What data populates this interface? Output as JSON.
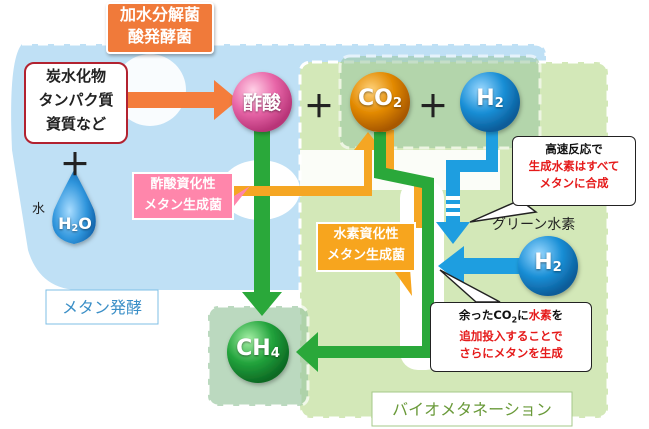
{
  "zones": {
    "methane_fermentation": "メタン発酵",
    "bio_methanation": "バイオメタネーション"
  },
  "substrate": {
    "line1": "炭水化物",
    "line2": "タンパク質",
    "line3": "資質など"
  },
  "enzyme": {
    "line1": "加水分解菌",
    "line2": "酸発酵菌"
  },
  "water_label": "水",
  "molecules": {
    "acetic_acid": "酢酸",
    "co2": "CO",
    "co2_sub": "2",
    "h2": "H",
    "h2_sub": "2",
    "h2o": "H",
    "h2o_sub": "2",
    "h2o_tail": "O",
    "ch4": "CH",
    "ch4_sub": "4"
  },
  "plus": "＋",
  "pink_label": {
    "line1": "酢酸資化性",
    "line2": "メタン生成菌"
  },
  "yellow_label": {
    "line1": "水素資化性",
    "line2": "メタン生成菌"
  },
  "green_hydrogen": "グリーン水素",
  "callout_top": {
    "line1": "高速反応で",
    "line2": "生成水素はすべて",
    "line3": "メタンに合成"
  },
  "callout_bottom": {
    "line1a": "余ったCO",
    "line1sub": "2",
    "line1b": "に",
    "line1red": "水素",
    "line1c": "を",
    "line2": "追加投入することで",
    "line3": "さらにメタンを生成"
  },
  "colors": {
    "blue_zone": "#bfe0f5",
    "green_zone": "#d3e8b8",
    "orange_arrow": "#f47d3c",
    "green_arrow": "#2aa83a",
    "yellow_arrow": "#f5a623",
    "blue_arrow": "#1e9ee0",
    "pink_ball": "#e86aa6",
    "co2_ball": "#e08a00",
    "h2_ball": "#1a8fd6",
    "ch4_ball": "#1f9b3a"
  }
}
